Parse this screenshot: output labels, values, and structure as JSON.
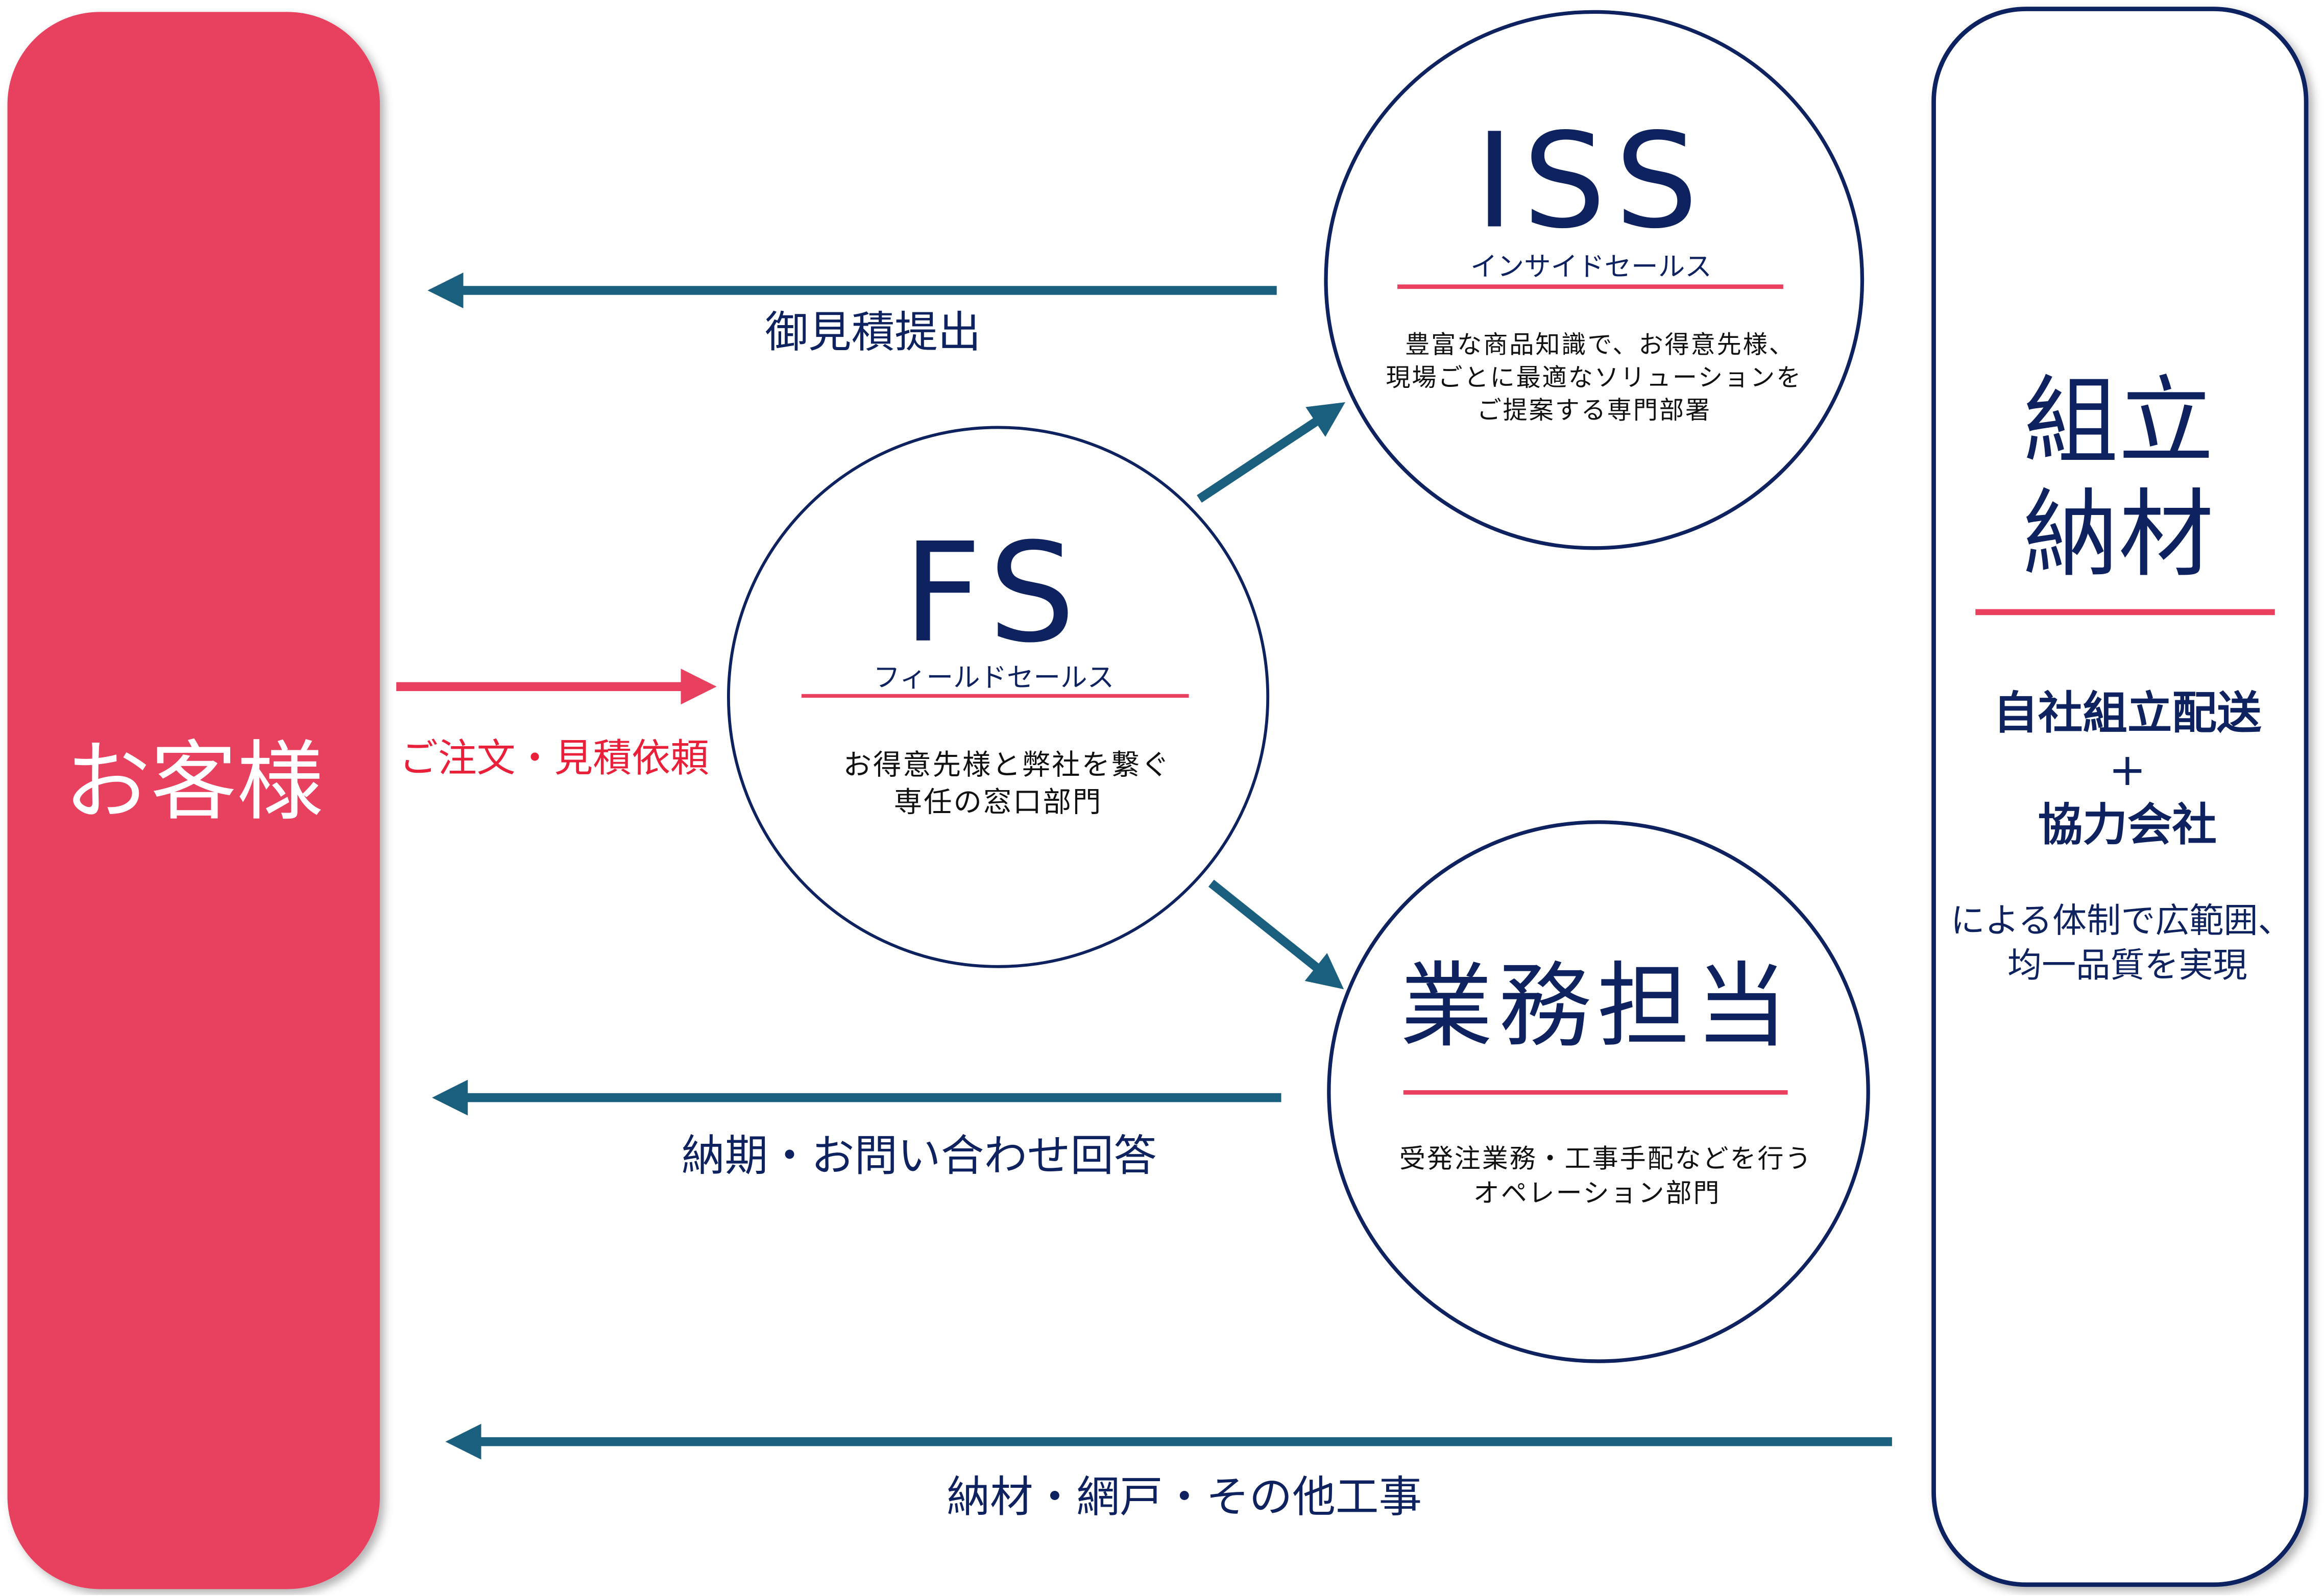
{
  "colors": {
    "red": "#E8405E",
    "navy": "#0E2260",
    "teal": "#1B5F7E",
    "order_red": "#E8203A"
  },
  "customer": {
    "label": "お客様"
  },
  "assembly": {
    "title_line1": "組立",
    "title_line2": "納材",
    "line1": "自社組立配送",
    "plus": "+",
    "line2": "協力会社",
    "desc_line1": "による体制で広範囲、",
    "desc_line2": "均一品質を実現"
  },
  "iss": {
    "title": "ISS",
    "subtitle": "インサイドセールス",
    "desc": [
      "豊富な商品知識で、お得意先様、",
      "現場ごとに最適なソリューションを",
      "ご提案する専門部署"
    ]
  },
  "fs": {
    "title": "FS",
    "subtitle": "フィールドセールス",
    "desc": [
      "お得意先様と弊社を繋ぐ",
      "専任の窓口部門"
    ]
  },
  "ops": {
    "title": "業務担当",
    "desc": [
      "受発注業務・工事手配などを行う",
      "オペレーション部門"
    ]
  },
  "flows": {
    "estimate": "御見積提出",
    "order": "ご注文・見積依頼",
    "delivery_answer": "納期・お問い合わせ回答",
    "materials": "納材・網戸・その他工事"
  }
}
